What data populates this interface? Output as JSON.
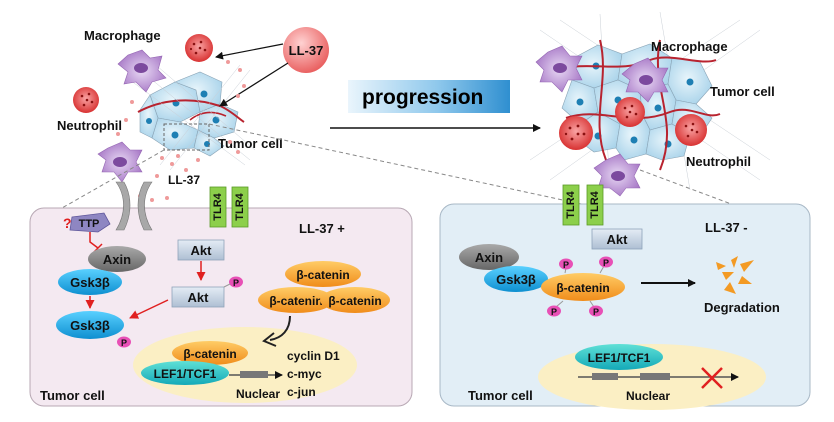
{
  "colors": {
    "panel_left_fill": "#f4e9f1",
    "panel_right_fill": "#e2eef6",
    "nuclear_fill": "#fbefc4",
    "tlr4_green": "#8ccf4b",
    "gsk3b_blue": "#18a8e6",
    "axin_gray": "#7c7c7c",
    "catenin_orange": "#f5a42c",
    "akt_gray": "#c6d4e4",
    "phospho_pink": "#e850b6",
    "ll37_red": "#e85a5a",
    "progression_box": "#3b9bd8",
    "macrophage_purple": "#b98bd2",
    "tumor_cell_blue": "#bfe0f0",
    "inhibit_red": "#e02020"
  },
  "top": {
    "ll37_ball": "LL-37",
    "macrophage_left": "Macrophage",
    "neutrophil_left": "Neutrophil",
    "tumor_cell_left": "Tumor cell",
    "ll37_small": "LL-37",
    "progression": "progression",
    "macrophage_right": "Macrophage",
    "tumor_cell_right": "Tumor cell",
    "neutrophil_right": "Neutrophil"
  },
  "left_panel": {
    "title": "LL-37 +",
    "question": "?",
    "ttp": "TTP",
    "tlr4_a": "TLR4",
    "tlr4_b": "TLR4",
    "axin": "Axin",
    "gsk3b_top": "Gsk3β",
    "gsk3b_bottom": "Gsk3β",
    "akt_top": "Akt",
    "akt_bottom": "Akt",
    "p_akt": "P",
    "p_gsk": "P",
    "catenin_top": "β-catenin",
    "catenin_left": "β-catenin",
    "catenin_right": "β-catenin",
    "catenin_nuclear": "β-catenin",
    "lef": "LEF1/TCF1",
    "nuclear": "Nuclear",
    "genes": [
      "cyclin D1",
      "c-myc",
      "c-jun"
    ],
    "tumor_cell": "Tumor cell"
  },
  "right_panel": {
    "title": "LL-37 -",
    "tlr4_a": "TLR4",
    "tlr4_b": "TLR4",
    "akt": "Akt",
    "axin": "Axin",
    "gsk3b": "Gsk3β",
    "catenin": "β-catenin",
    "p1": "P",
    "p2": "P",
    "p3": "P",
    "p4": "P",
    "degradation": "Degradation",
    "lef": "LEF1/TCF1",
    "nuclear": "Nuclear",
    "tumor_cell": "Tumor cell"
  }
}
